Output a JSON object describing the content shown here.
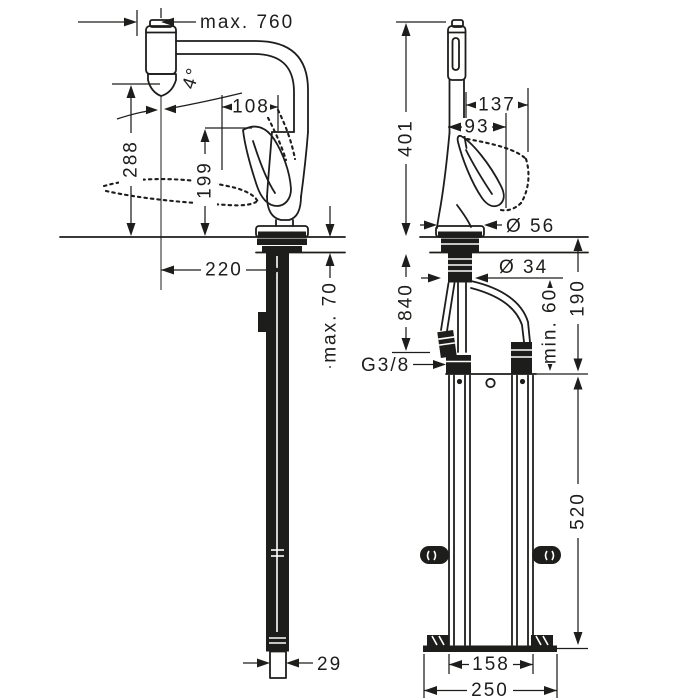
{
  "drawing": {
    "background": "#ffffff",
    "line_color": "#1d1d1b",
    "views": {
      "left": {
        "name": "front-view-pullout-spray",
        "dims": {
          "pullout": "max. 760",
          "swivel": "4°",
          "spout_height": "288",
          "handle_height": "199",
          "head_offset": "108",
          "spout_reach": "220",
          "deck_thickness": "max. 70",
          "hose_end_width": "29"
        }
      },
      "right": {
        "name": "side-view-with-sbox",
        "dims": {
          "total_height": "401",
          "handle_reach_max": "137",
          "handle_reach": "93",
          "base_diameter": "Ø 56",
          "hole_diameter": "Ø 34",
          "hose_length": "840",
          "connection": "G3/8",
          "clearance": "min. 60",
          "deck_to_box": "190",
          "box_height": "520",
          "box_inner_width": "158",
          "box_width": "250"
        }
      }
    }
  }
}
